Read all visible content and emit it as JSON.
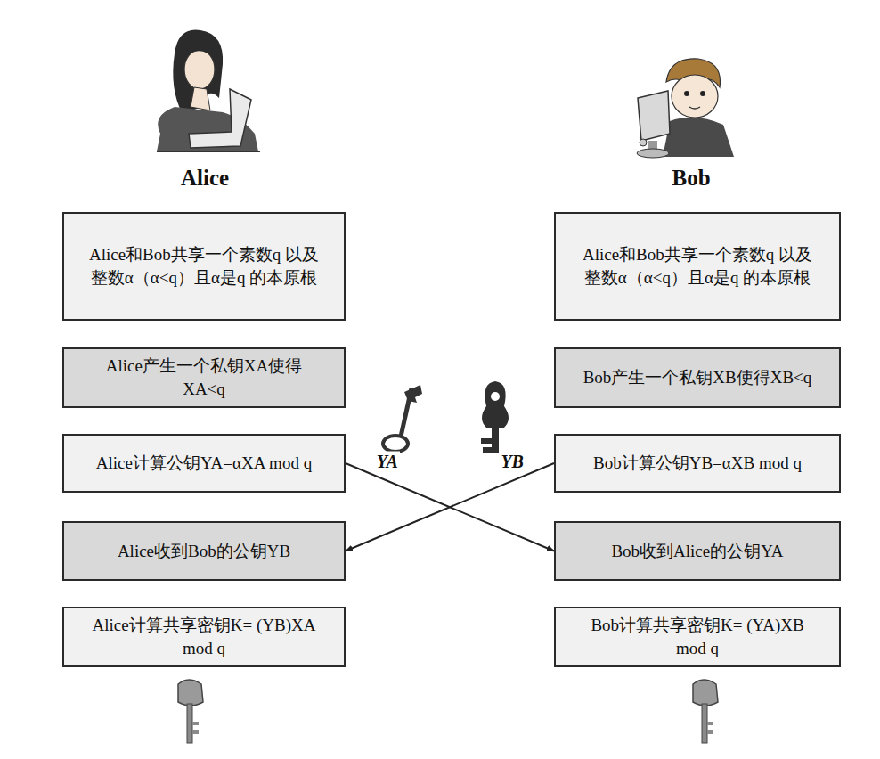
{
  "diagram": {
    "nodes": [
      {
        "text": [
          "Alice和Bob共享一个素数q 以及整数α（α<q）且α是q 的本原根"
        ]
      },
      {
        "text": [
          "Alice和Bob共享一个素数q 以及整数α（α<q）且α是q 的本原根"
        ]
      },
      {
        "text": [
          "Alice产生一个私钥XA使得XA<q"
        ]
      },
      {
        "text": [
          "Bob产生一个私钥XB使得XB<q"
        ]
      },
      {
        "text": [
          "Alice计算公钥YA=αXA mod q"
        ]
      },
      {
        "text": [
          "Bob计算公钥YB=αXB mod q"
        ]
      },
      {
        "text": [
          "Alice收到Bob的公钥YB"
        ]
      },
      {
        "text": [
          "Bob收到Alice的公钥YA"
        ]
      },
      {
        "text": [
          "Alice计算共享密钥K= (YB)XA mod q"
        ]
      },
      {
        "text": [
          "Bob计算共享密钥K= (YA)XB mod q"
        ]
      }
    ],
    "edges": [
      {
        "from": 4,
        "to": 7,
        "label": "YA",
        "arrow": "to"
      },
      {
        "from": 5,
        "to": 6,
        "label": "YB",
        "arrow": "to"
      }
    ],
    "labels": [
      "Alice",
      "Bob"
    ]
  }
}
